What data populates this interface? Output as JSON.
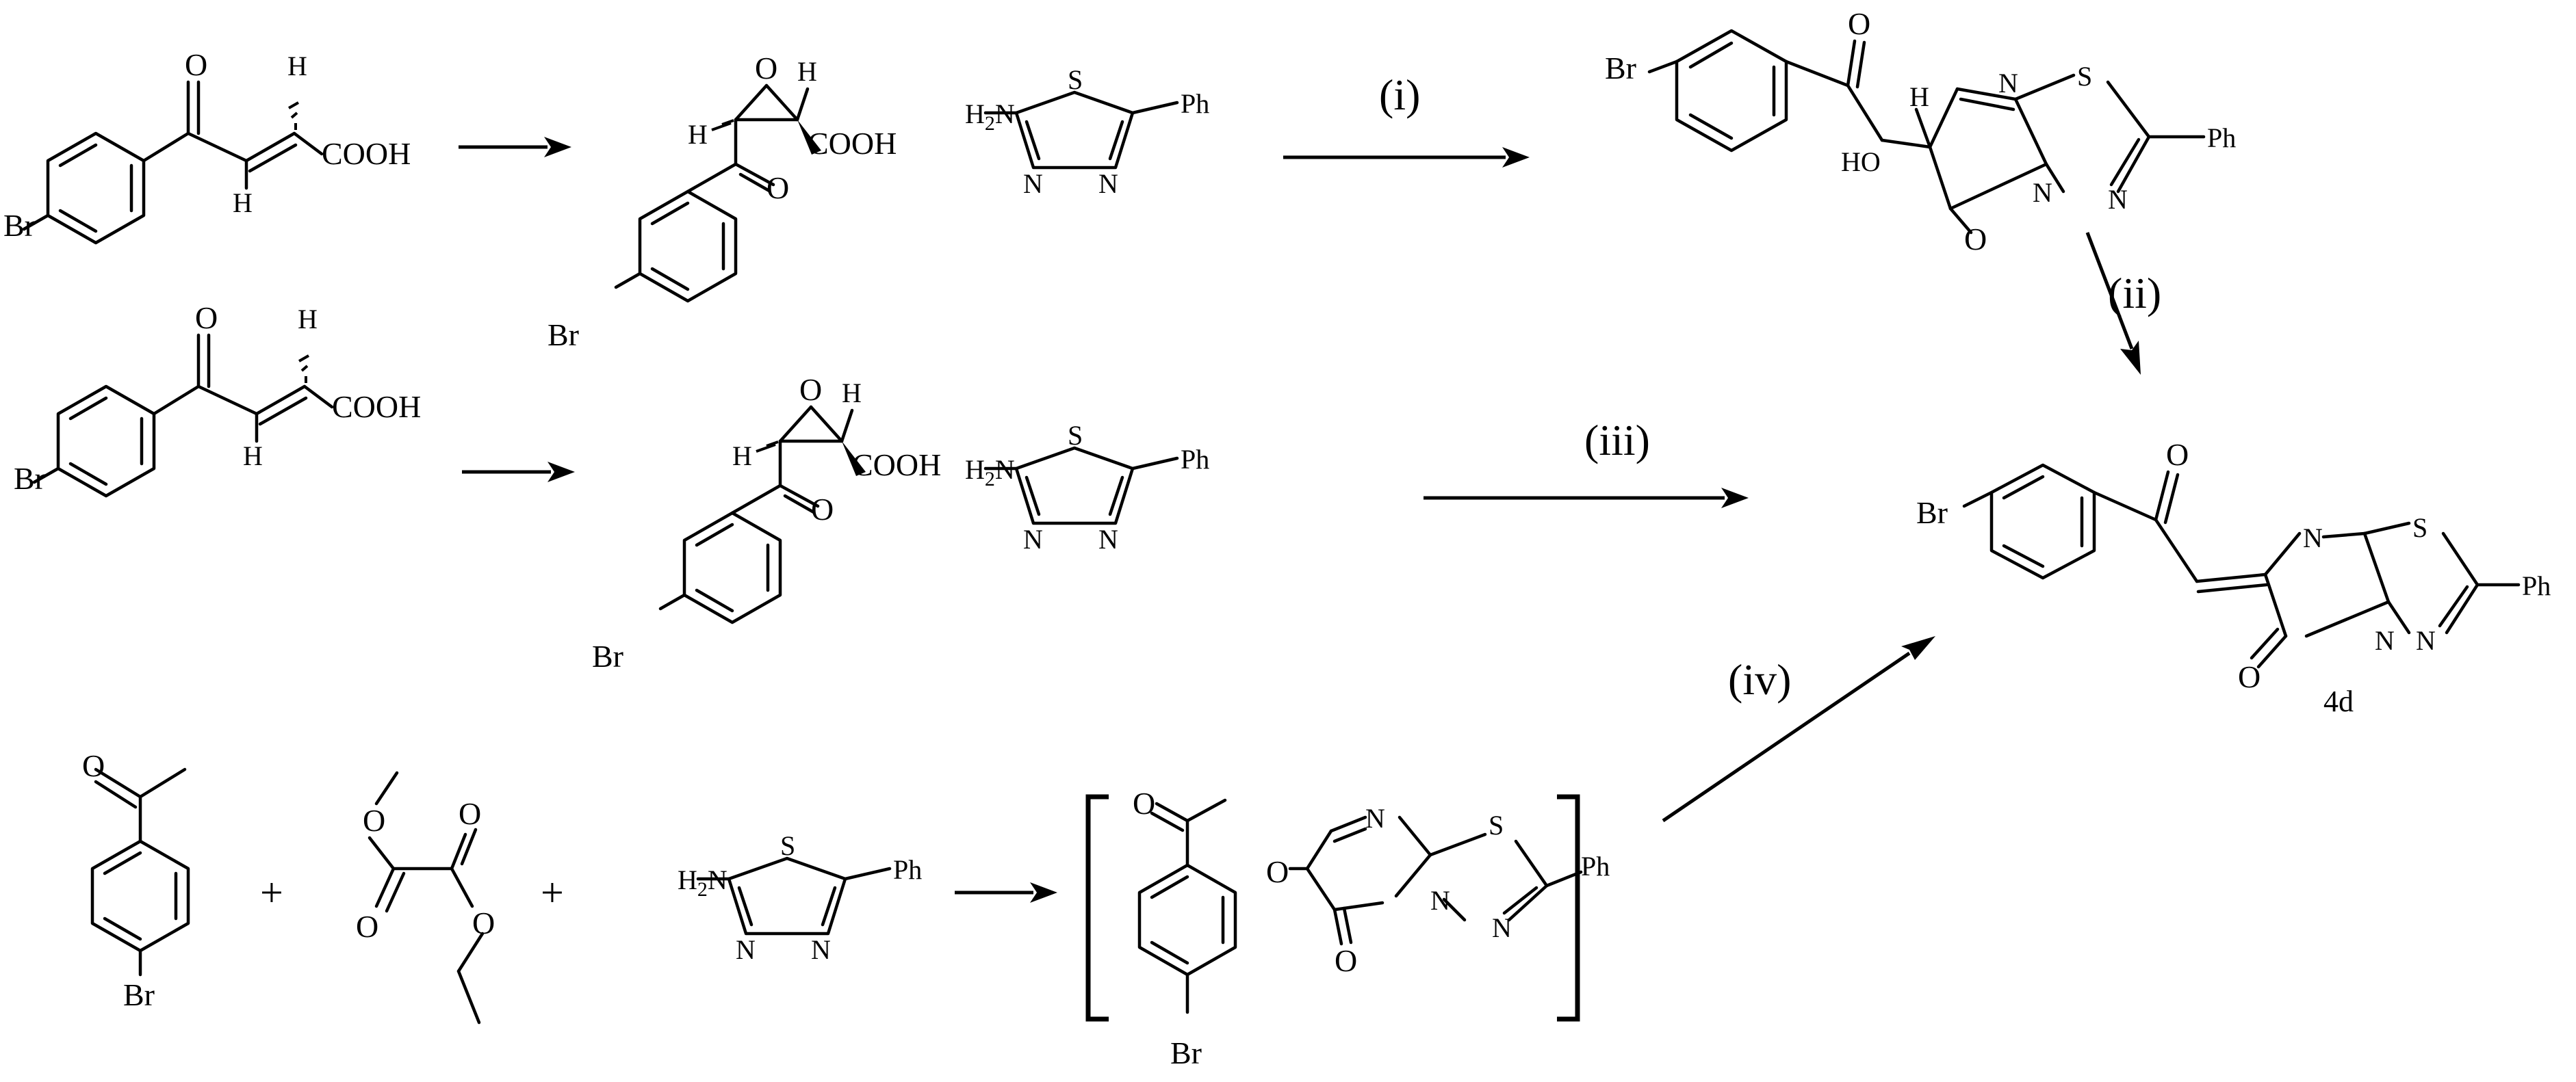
{
  "scheme": {
    "labels": {
      "br": "Br",
      "o": "O",
      "h": "H",
      "cooh": "COOH",
      "s": "S",
      "n": "N",
      "ph": "Ph",
      "h2n": "H",
      "h2n_sub": "2",
      "h2n_n": "N",
      "ho": "HO",
      "plus": "+"
    },
    "steps": {
      "i": "(i)",
      "ii": "(ii)",
      "iii": "(iii)",
      "iv": "(iv)"
    },
    "compound_label": "4d"
  },
  "colors": {
    "ink": "#000000",
    "background": "#ffffff"
  }
}
